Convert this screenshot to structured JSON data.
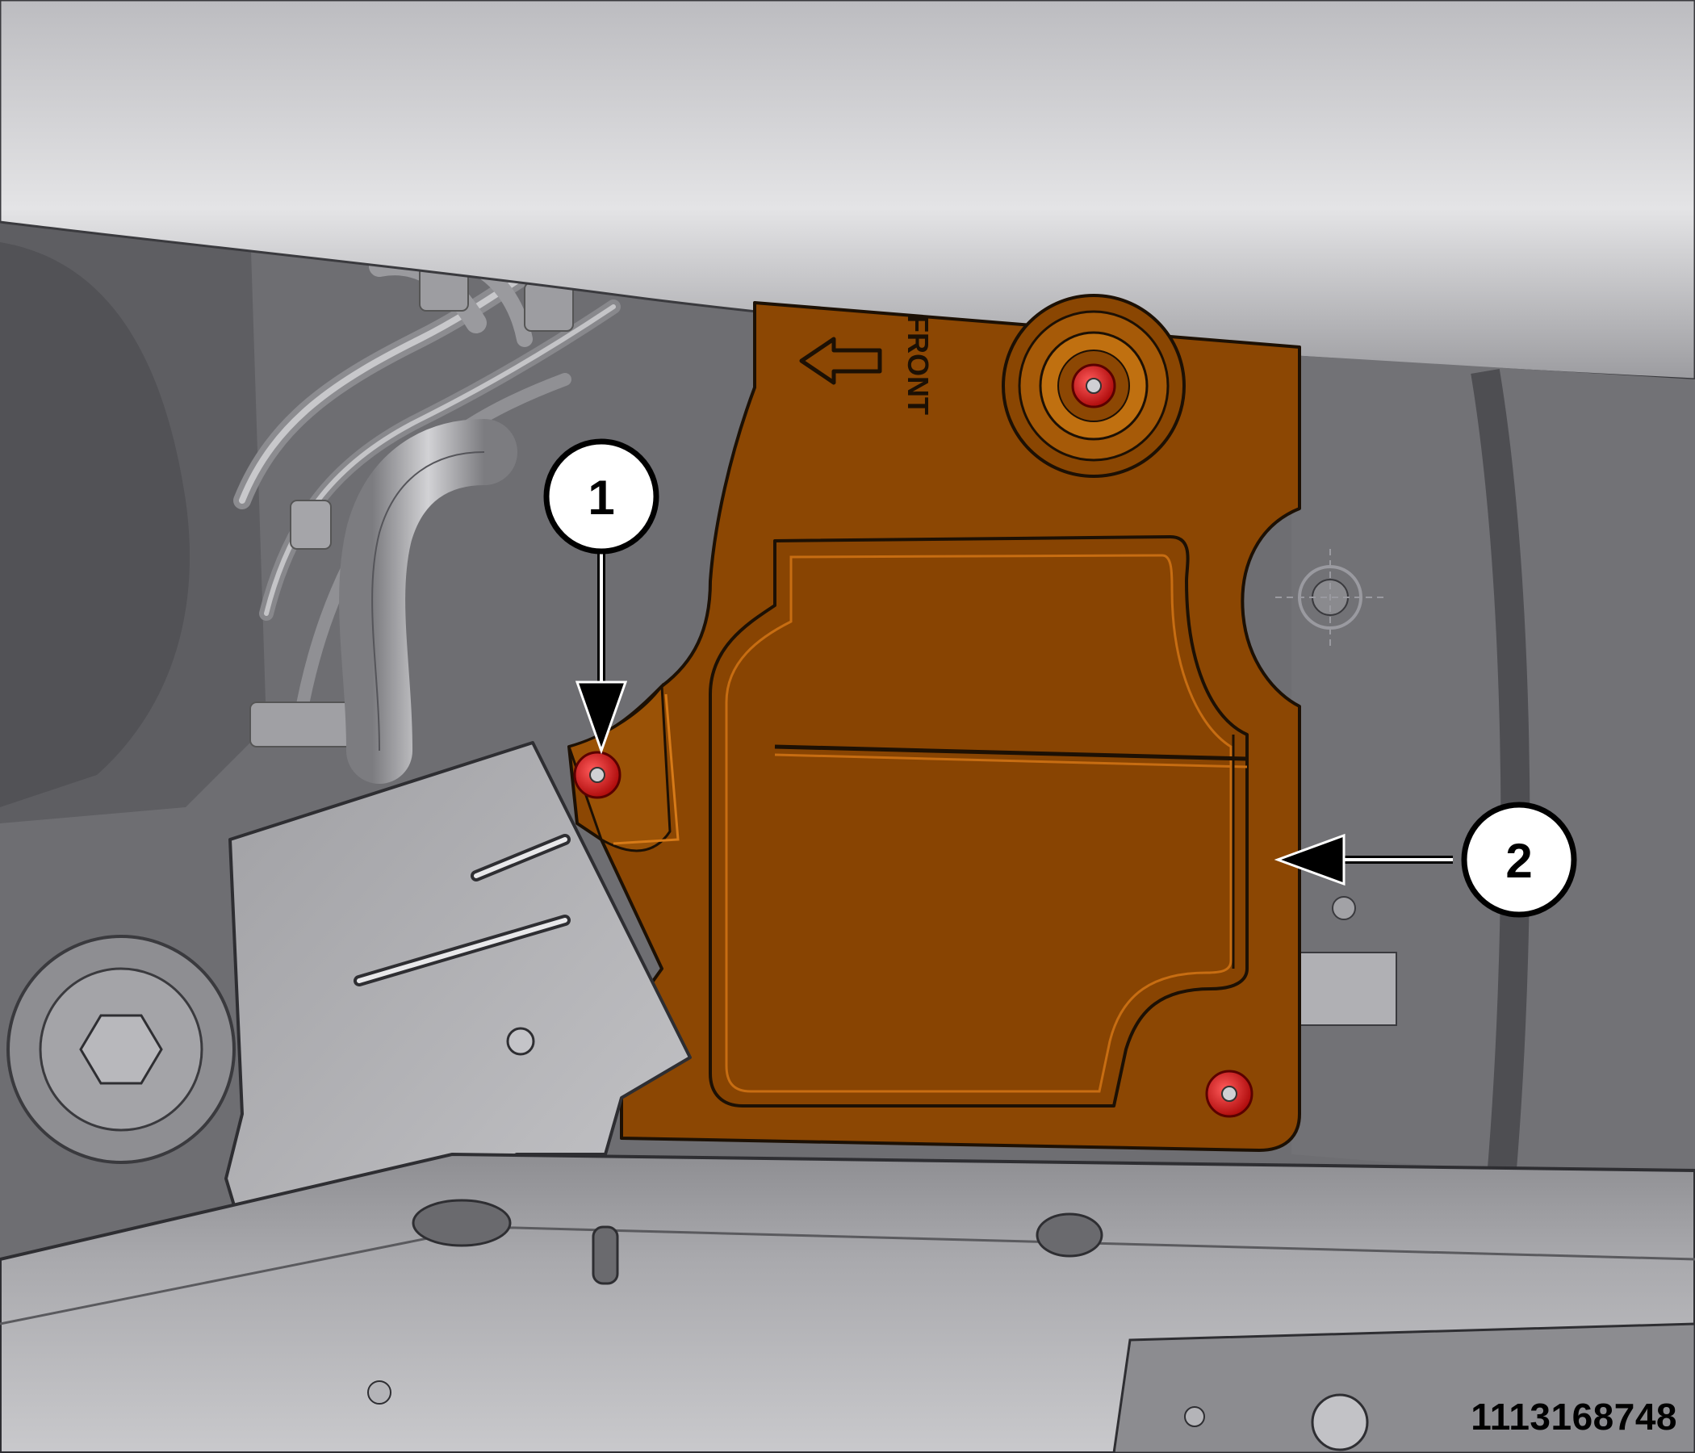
{
  "figure": {
    "id": "1113168748"
  },
  "callouts": [
    {
      "number": "1",
      "target": "fastener"
    },
    {
      "number": "2",
      "target": "heat shield"
    }
  ],
  "shield_marking": "FRONT",
  "colors": {
    "shield": "#8a4602",
    "shield_highlight": "#c86e10",
    "fastener": "#e01818",
    "background_dark": "#6b6b6f",
    "background_light": "#b8b8bc",
    "overhead_panel": "#d6d6d9",
    "callout_fill": "#ffffff",
    "callout_stroke": "#000000"
  }
}
